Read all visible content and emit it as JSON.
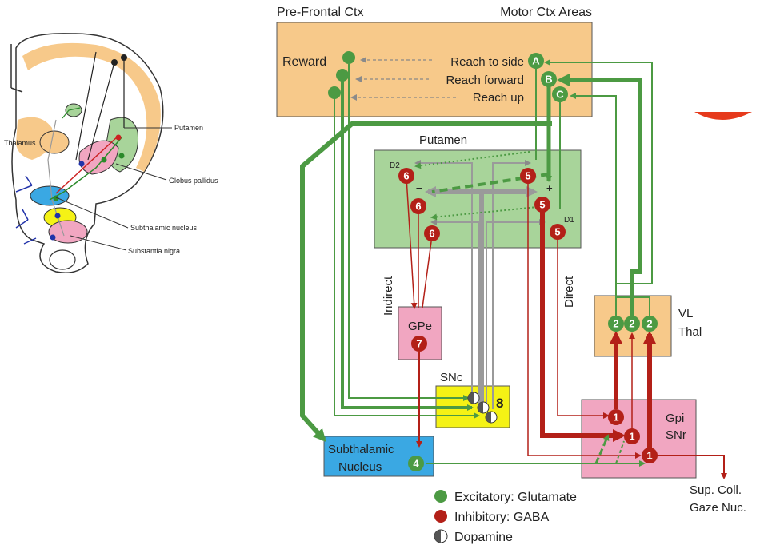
{
  "anatomy": {
    "labels": {
      "thalamus": "Thalamus",
      "putamen": "Putamen",
      "globus_pallidus": "Globus pallidus",
      "subthalamic_nucleus": "Subthalamic nucleus",
      "substantia_nigra": "Substantia nigra"
    }
  },
  "circuit": {
    "prefrontal_title": "Pre-Frontal Ctx",
    "motor_title": "Motor Ctx Areas",
    "reward": "Reward",
    "reach_side": "Reach to side",
    "reach_forward": "Reach forward",
    "reach_up": "Reach up",
    "putamen_title": "Putamen",
    "d2": "D2",
    "d1": "D1",
    "indirect": "Indirect",
    "direct": "Direct",
    "gpe": "GPe",
    "snc": "SNc",
    "vl_thal_1": "VL",
    "vl_thal_2": "Thal",
    "gpi_1": "Gpi",
    "gpi_2": "SNr",
    "stn_1": "Subthalamic",
    "stn_2": "Nucleus",
    "sup_coll_1": "Sup. Coll.",
    "sup_coll_2": "Gaze Nuc.",
    "node_a": "A",
    "node_b": "B",
    "node_c": "C",
    "n2": "2",
    "n4": "4",
    "n5": "5",
    "n6": "6",
    "n7": "7",
    "n1": "1",
    "n8": "8",
    "plus": "+",
    "minus": "–"
  },
  "legend": {
    "excitatory": "Excitatory: Glutamate",
    "inhibitory": "Inhibitory:  GABA",
    "dopamine": "Dopamine"
  },
  "colors": {
    "green": "#4c9a43",
    "red": "#b32018",
    "gray": "#9a9a9a",
    "cortex": "#f7c98a",
    "putamen": "#a8d49a",
    "gpe": "#f1a6c1",
    "snc": "#f5f215",
    "stn": "#3aa8e3",
    "thal": "#f7c98a",
    "gpi": "#f1a6c1"
  }
}
